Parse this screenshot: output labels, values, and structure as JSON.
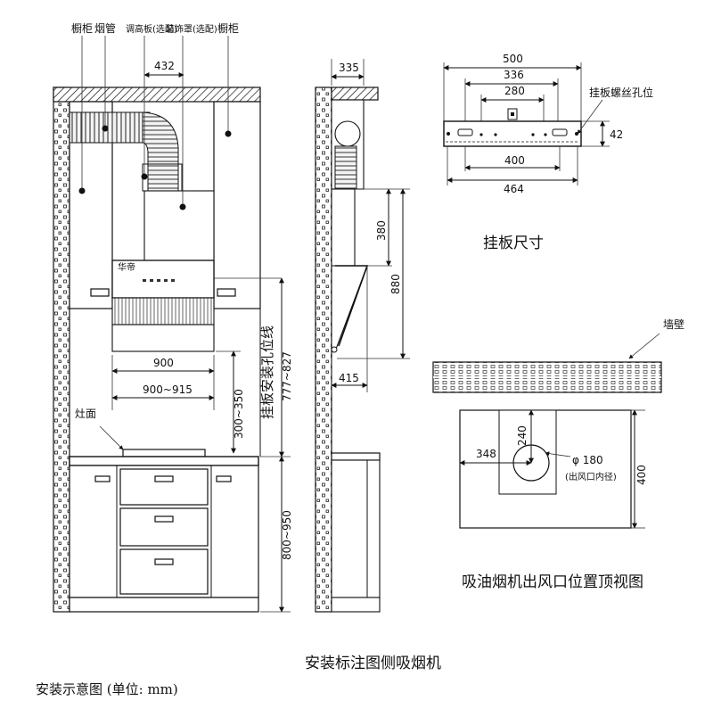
{
  "front_view": {
    "labels": {
      "cabinet_left": "橱柜",
      "chimney": "烟管",
      "raise_plate": "调高板(选配)",
      "deco_cover": "装饰罩(选配)",
      "cabinet_right": "橱柜",
      "stove": "灶面",
      "brand_mark": "华帝"
    },
    "dims": {
      "d432": "432",
      "d900": "900",
      "d900_915": "900~915",
      "d300_350": "300~350",
      "d777_827": "777~827",
      "hang_line": "挂板安装孔位线",
      "d800_950": "800~950"
    }
  },
  "side_view": {
    "dims": {
      "d335": "335",
      "d380": "380",
      "d880": "880",
      "d415": "415"
    }
  },
  "plate": {
    "title": "挂板尺寸",
    "screw_label": "挂板螺丝孔位",
    "dims": {
      "d500": "500",
      "d336": "336",
      "d280": "280",
      "d42": "42",
      "d400": "400",
      "d464": "464"
    }
  },
  "top_view": {
    "title": "吸油烟机出风口位置顶视图",
    "wall_label": "墙壁",
    "dims": {
      "d348": "348",
      "d240": "240",
      "d180": "φ 180",
      "outlet_note": "(出风口内径)",
      "d400": "400"
    }
  },
  "captions": {
    "main": "安装标注图侧吸烟机",
    "note": "安装示意图 (单位: mm)"
  }
}
